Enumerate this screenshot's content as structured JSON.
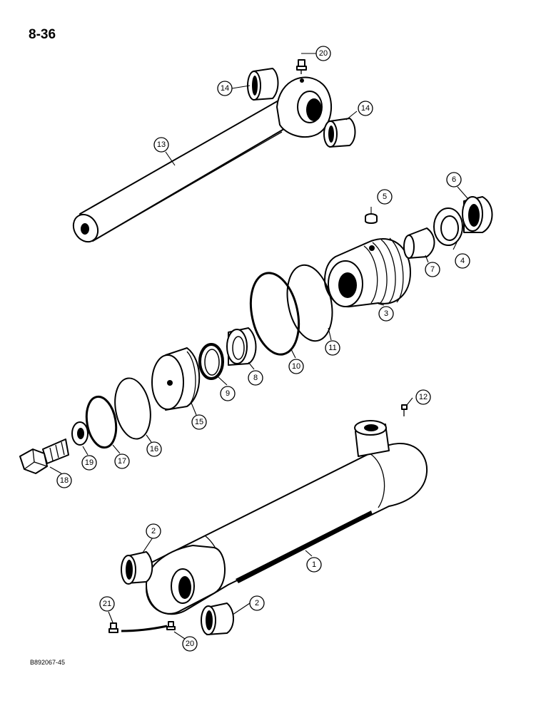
{
  "page": {
    "number": "8-36",
    "drawing_code": "B892067-45"
  },
  "callouts": {
    "c1": "1",
    "c2a": "2",
    "c2b": "2",
    "c3": "3",
    "c4": "4",
    "c5": "5",
    "c6": "6",
    "c7": "7",
    "c8": "8",
    "c9": "9",
    "c10": "10",
    "c11": "11",
    "c12": "12",
    "c13": "13",
    "c14a": "14",
    "c14b": "14",
    "c15": "15",
    "c16": "16",
    "c17": "17",
    "c18": "18",
    "c19": "19",
    "c20a": "20",
    "c20b": "20",
    "c21": "21"
  }
}
